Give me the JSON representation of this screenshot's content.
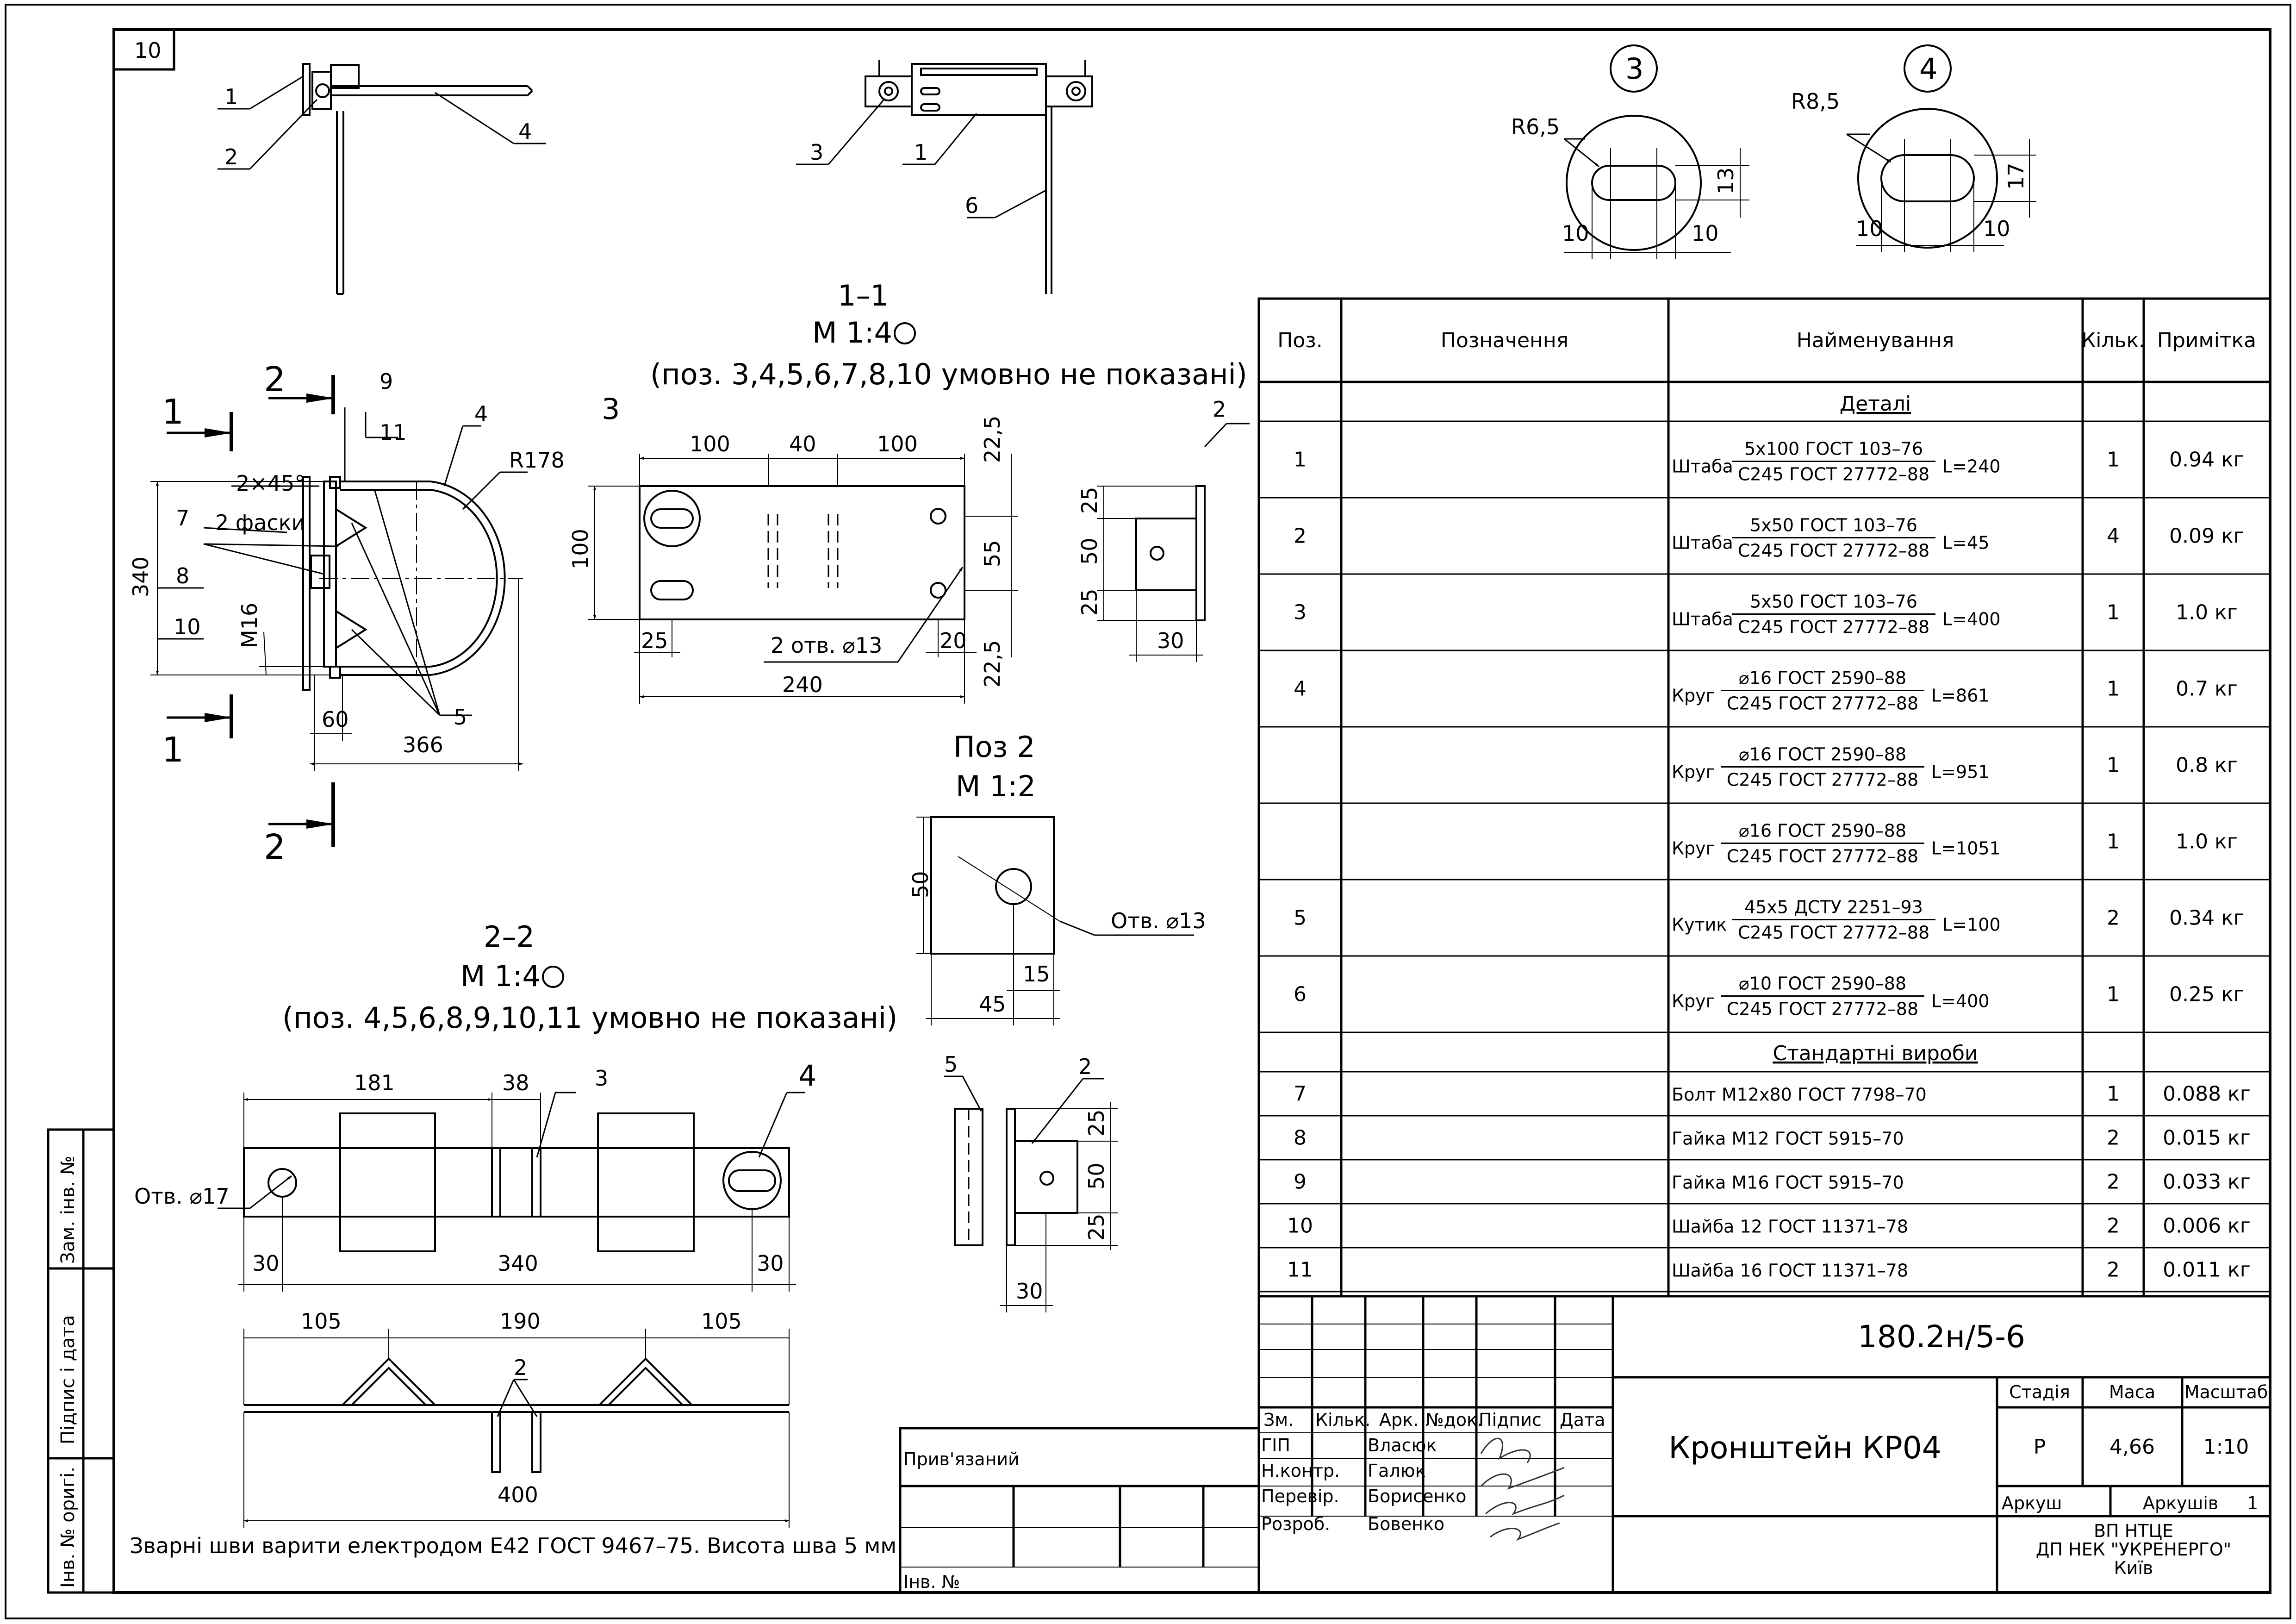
{
  "sheet_number": "10",
  "views": {
    "top_a": {
      "callouts": [
        "1",
        "2",
        "4"
      ]
    },
    "top_b": {
      "callouts": [
        "3",
        "1",
        "6"
      ]
    },
    "detail3": {
      "circle": "3",
      "radius": "R6,5",
      "height": "13",
      "left": "10",
      "right": "10"
    },
    "detail4": {
      "circle": "4",
      "radius": "R8,5",
      "height": "17",
      "left": "10",
      "right": "10"
    },
    "section11": {
      "title": "1–1",
      "scale": "М 1:4",
      "note": "(поз. 3,4,5,6,7,8,10 умовно не показані)",
      "pos": "3",
      "d100a": "100",
      "d40": "40",
      "d100b": "100",
      "d22a": "22,5",
      "d100v": "100",
      "d55": "55",
      "d22b": "22,5",
      "d25": "25",
      "holes": "2 отв. ⌀13",
      "d20": "20",
      "d240": "240"
    },
    "side2": {
      "pos": "2",
      "d25a": "25",
      "d50": "50",
      "d25b": "25",
      "d30": "30"
    },
    "u_bolt": {
      "cut1": "1",
      "cut2": "2",
      "c9": "9",
      "c11": "11",
      "c4": "4",
      "chamfer": "2×45°",
      "faski": "2 фаски",
      "c7": "7",
      "c8": "8",
      "c10": "10",
      "d340": "340",
      "m16": "M16",
      "r178": "R178",
      "d60": "60",
      "d366": "366",
      "c5": "5"
    },
    "poz2": {
      "title": "Поз 2",
      "scale": "М 1:2",
      "d50": "50",
      "hole": "Отв. ⌀13",
      "d15": "15",
      "d45": "45"
    },
    "side5": {
      "c5": "5",
      "c2": "2",
      "d25a": "25",
      "d50": "50",
      "d25b": "25",
      "d30": "30"
    },
    "section22": {
      "title": "2–2",
      "scale": "М 1:4",
      "note": "(поз. 4,5,6,8,9,10,11 умовно не показані)",
      "d181": "181",
      "d38": "38",
      "c3": "3",
      "c4": "4",
      "hole": "Отв. ⌀17",
      "d30a": "30",
      "d340": "340",
      "d30b": "30",
      "d105a": "105",
      "d190": "190",
      "d105b": "105",
      "c2": "2",
      "d400": "400"
    },
    "weld_note": "Зварні шви варити електродом Е42 ГОСТ 9467–75. Висота шва 5 мм."
  },
  "spec_table": {
    "headers": [
      "Поз.",
      "Позначення",
      "Найменування",
      "Кільк.",
      "Примітка"
    ],
    "group_details": "Деталі",
    "group_standard": "Стандартні вироби",
    "detail_rows": [
      {
        "pos": "1",
        "name": "Штаба",
        "top": "5х100 ГОСТ 103–76",
        "bottom": "С245 ГОСТ 27772–88",
        "length": "L=240",
        "qty": "1",
        "note": "0.94 кг"
      },
      {
        "pos": "2",
        "name": "Штаба",
        "top": "5х50 ГОСТ 103–76",
        "bottom": "С245 ГОСТ 27772–88",
        "length": "L=45",
        "qty": "4",
        "note": "0.09 кг"
      },
      {
        "pos": "3",
        "name": "Штаба",
        "top": "5х50 ГОСТ 103–76",
        "bottom": "С245 ГОСТ 27772–88",
        "length": "L=400",
        "qty": "1",
        "note": "1.0 кг"
      },
      {
        "pos": "4",
        "name": "Круг",
        "top": "⌀16 ГОСТ 2590–88",
        "bottom": "С245 ГОСТ 27772–88",
        "length": "L=861",
        "qty": "1",
        "note": "0.7 кг"
      },
      {
        "pos": "",
        "name": "Круг",
        "top": "⌀16 ГОСТ 2590–88",
        "bottom": "С245 ГОСТ 27772–88",
        "length": "L=951",
        "qty": "1",
        "note": "0.8 кг"
      },
      {
        "pos": "",
        "name": "Круг",
        "top": "⌀16 ГОСТ 2590–88",
        "bottom": "С245 ГОСТ 27772–88",
        "length": "L=1051",
        "qty": "1",
        "note": "1.0 кг"
      },
      {
        "pos": "5",
        "name": "Кутик",
        "top": "45х5 ДСТУ 2251–93",
        "bottom": "С245 ГОСТ 27772–88",
        "length": "L=100",
        "qty": "2",
        "note": "0.34 кг"
      },
      {
        "pos": "6",
        "name": "Круг",
        "top": "⌀10 ГОСТ 2590–88",
        "bottom": "С245 ГОСТ 27772–88",
        "length": "L=400",
        "qty": "1",
        "note": "0.25 кг"
      }
    ],
    "standard_rows": [
      {
        "pos": "7",
        "name": "Болт М12х80 ГОСТ 7798–70",
        "qty": "1",
        "note": "0.088 кг"
      },
      {
        "pos": "8",
        "name": "Гайка М12 ГОСТ 5915–70",
        "qty": "2",
        "note": "0.015 кг"
      },
      {
        "pos": "9",
        "name": "Гайка М16 ГОСТ 5915–70",
        "qty": "2",
        "note": "0.033 кг"
      },
      {
        "pos": "10",
        "name": "Шайба 12 ГОСТ 11371–78",
        "qty": "2",
        "note": "0.006 кг"
      },
      {
        "pos": "11",
        "name": "Шайба 16 ГОСТ 11371–78",
        "qty": "2",
        "note": "0.011 кг"
      }
    ]
  },
  "title_block": {
    "code": "180.2н/5-6",
    "title": "Кронштейн КР04",
    "col_headers": [
      "Зм.",
      "Кільк.",
      "Арк.",
      "№док.",
      "Підпис",
      "Дата"
    ],
    "roles": [
      {
        "role": "ГІП",
        "name": "Власюк"
      },
      {
        "role": "Н.контр.",
        "name": "Галюк"
      },
      {
        "role": "Перевір.",
        "name": "Борисенко"
      },
      {
        "role": "Розроб.",
        "name": "Бовенко"
      }
    ],
    "stage_label": "Стадія",
    "stage": "Р",
    "mass_label": "Маса",
    "mass": "4,66",
    "scale_label": "Масштаб",
    "scale": "1:10",
    "sheet_label": "Аркуш",
    "sheets_label": "Аркушів",
    "sheets": "1",
    "org": [
      "ВП НТЦЕ",
      "ДП НЕК \"УКРЕНЕРГО\"",
      "Київ"
    ],
    "linked": "Прив'язаний",
    "inv_no": "Інв. №"
  },
  "side_stamp": [
    "Інв. № оригі.",
    "Підпис і дата",
    "Зам. інв. №"
  ]
}
